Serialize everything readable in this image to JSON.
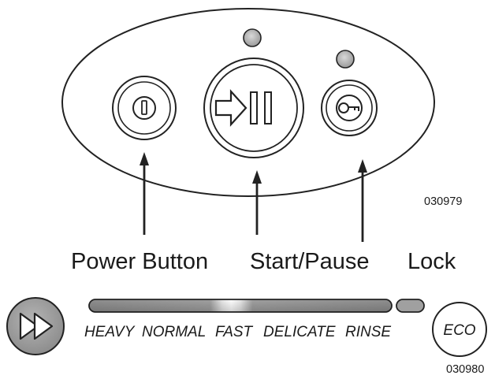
{
  "labels": {
    "power": "Power Button",
    "start_pause": "Start/Pause",
    "lock": "Lock"
  },
  "figure_codes": {
    "top": "030979",
    "bottom": "030980"
  },
  "cycles": [
    "HEAVY",
    "NORMAL",
    "FAST",
    "DELICATE",
    "RINSE"
  ],
  "eco_label": "ECO",
  "icons": {
    "power": "power-icon",
    "start_pause": "start-pause-icon",
    "lock": "key-icon",
    "cycle_select": "fast-forward-icon"
  }
}
